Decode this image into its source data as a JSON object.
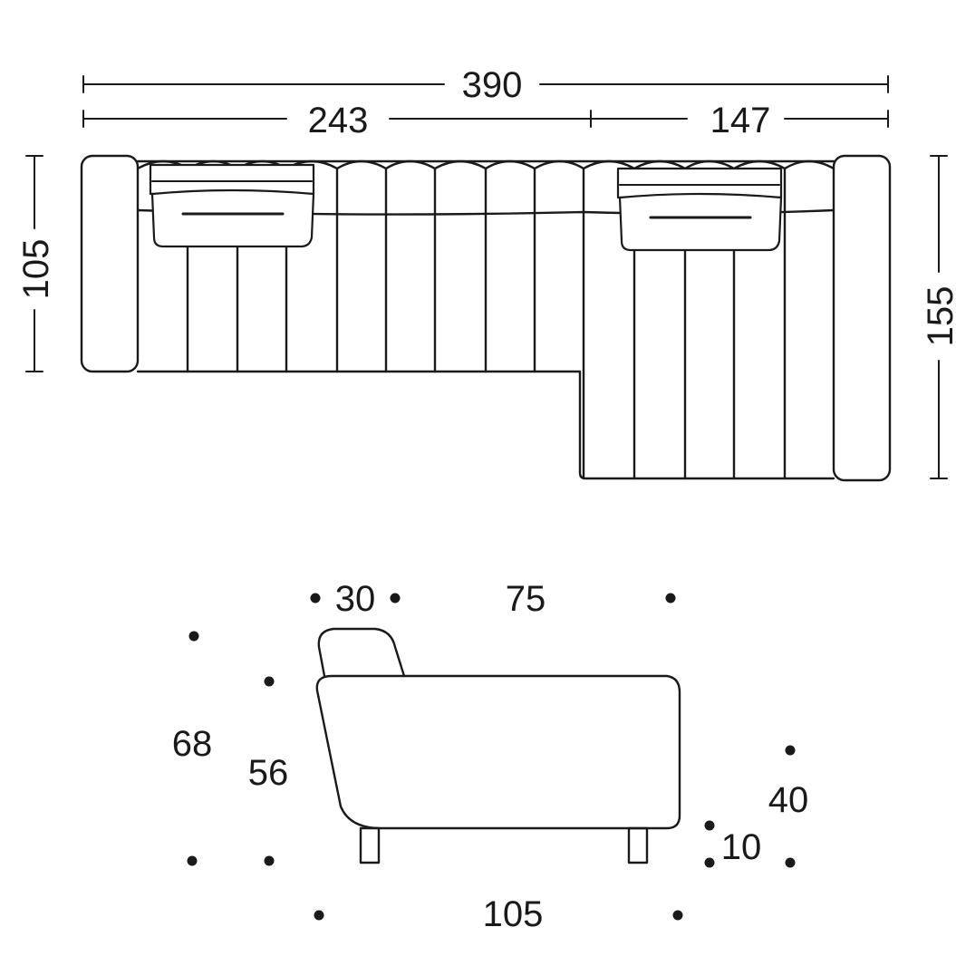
{
  "plan_view": {
    "overall_width": "390",
    "left_section_width": "243",
    "right_section_width": "147",
    "left_depth": "105",
    "right_depth": "155"
  },
  "side_view": {
    "backrest_depth": "30",
    "seat_depth": "75",
    "total_height": "68",
    "back_height": "56",
    "seat_height": "40",
    "leg_height": "10",
    "total_depth": "105"
  }
}
